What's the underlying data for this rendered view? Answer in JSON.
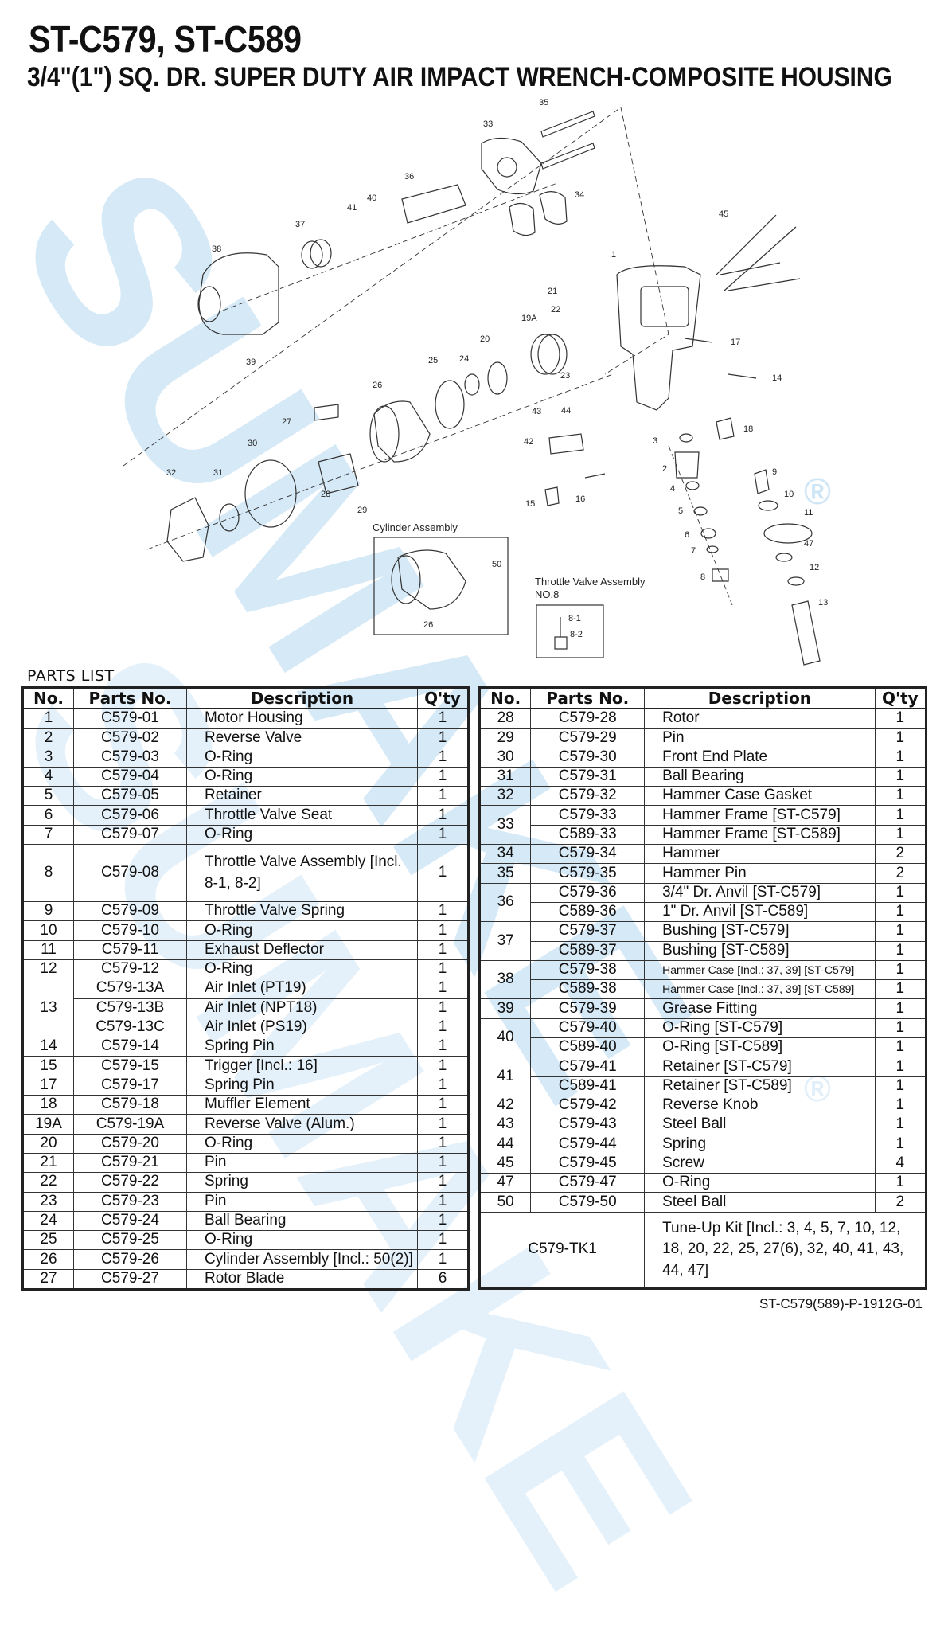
{
  "header": {
    "title": "ST-C579, ST-C589",
    "subtitle": "3/4\"(1\") SQ. DR. SUPER DUTY AIR IMPACT WRENCH-COMPOSITE HOUSING"
  },
  "watermark": {
    "brand": "SUMAKE",
    "registered": "®",
    "color": "#cfe6f6"
  },
  "diagram": {
    "callouts": [
      "1",
      "2",
      "3",
      "4",
      "5",
      "6",
      "7",
      "8",
      "9",
      "10",
      "11",
      "12",
      "13",
      "14",
      "15",
      "16",
      "17",
      "18",
      "19A",
      "20",
      "21",
      "22",
      "23",
      "24",
      "25",
      "26",
      "27",
      "28",
      "29",
      "30",
      "31",
      "32",
      "33",
      "34",
      "35",
      "36",
      "37",
      "38",
      "39",
      "40",
      "41",
      "42",
      "43",
      "44",
      "45",
      "47"
    ],
    "cylinder_assembly": {
      "label": "Cylinder Assembly",
      "callouts": [
        "50",
        "26"
      ]
    },
    "throttle_valve_assembly": {
      "label": "Throttle Valve Assembly",
      "sublabel": "NO.8",
      "callouts": [
        "8-1",
        "8-2"
      ]
    }
  },
  "parts_list": {
    "heading": "PARTS LIST",
    "columns": [
      "No.",
      "Parts No.",
      "Description",
      "Q'ty"
    ],
    "left_rows": [
      {
        "no": "1",
        "part": "C579-01",
        "desc": "Motor Housing",
        "qty": "1"
      },
      {
        "no": "2",
        "part": "C579-02",
        "desc": "Reverse Valve",
        "qty": "1"
      },
      {
        "no": "3",
        "part": "C579-03",
        "desc": "O-Ring",
        "qty": "1"
      },
      {
        "no": "4",
        "part": "C579-04",
        "desc": "O-Ring",
        "qty": "1"
      },
      {
        "no": "5",
        "part": "C579-05",
        "desc": "Retainer",
        "qty": "1"
      },
      {
        "no": "6",
        "part": "C579-06",
        "desc": "Throttle Valve Seat",
        "qty": "1"
      },
      {
        "no": "7",
        "part": "C579-07",
        "desc": "O-Ring",
        "qty": "1"
      },
      {
        "no": "8",
        "part": "C579-08",
        "desc": "Throttle Valve Assembly [Incl. 8-1, 8-2]",
        "qty": "1"
      },
      {
        "no": "9",
        "part": "C579-09",
        "desc": "Throttle Valve Spring",
        "qty": "1"
      },
      {
        "no": "10",
        "part": "C579-10",
        "desc": "O-Ring",
        "qty": "1"
      },
      {
        "no": "11",
        "part": "C579-11",
        "desc": "Exhaust Deflector",
        "qty": "1"
      },
      {
        "no": "12",
        "part": "C579-12",
        "desc": "O-Ring",
        "qty": "1"
      },
      {
        "no": "13",
        "part": "C579-13A",
        "desc": "Air Inlet (PT19)",
        "qty": "1"
      },
      {
        "no": "",
        "part": "C579-13B",
        "desc": "Air Inlet (NPT18)",
        "qty": "1"
      },
      {
        "no": "",
        "part": "C579-13C",
        "desc": "Air Inlet (PS19)",
        "qty": "1"
      },
      {
        "no": "14",
        "part": "C579-14",
        "desc": "Spring Pin",
        "qty": "1"
      },
      {
        "no": "15",
        "part": "C579-15",
        "desc": "Trigger [Incl.: 16]",
        "qty": "1"
      },
      {
        "no": "17",
        "part": "C579-17",
        "desc": "Spring Pin",
        "qty": "1"
      },
      {
        "no": "18",
        "part": "C579-18",
        "desc": "Muffler Element",
        "qty": "1"
      },
      {
        "no": "19A",
        "part": "C579-19A",
        "desc": "Reverse Valve (Alum.)",
        "qty": "1"
      },
      {
        "no": "20",
        "part": "C579-20",
        "desc": "O-Ring",
        "qty": "1"
      },
      {
        "no": "21",
        "part": "C579-21",
        "desc": "Pin",
        "qty": "1"
      },
      {
        "no": "22",
        "part": "C579-22",
        "desc": "Spring",
        "qty": "1"
      },
      {
        "no": "23",
        "part": "C579-23",
        "desc": "Pin",
        "qty": "1"
      },
      {
        "no": "24",
        "part": "C579-24",
        "desc": "Ball Bearing",
        "qty": "1"
      },
      {
        "no": "25",
        "part": "C579-25",
        "desc": "O-Ring",
        "qty": "1"
      },
      {
        "no": "26",
        "part": "C579-26",
        "desc": "Cylinder Assembly [Incl.: 50(2)]",
        "qty": "1"
      },
      {
        "no": "27",
        "part": "C579-27",
        "desc": "Rotor Blade",
        "qty": "6"
      }
    ],
    "right_rows": [
      {
        "no": "28",
        "part": "C579-28",
        "desc": "Rotor",
        "qty": "1"
      },
      {
        "no": "29",
        "part": "C579-29",
        "desc": "Pin",
        "qty": "1"
      },
      {
        "no": "30",
        "part": "C579-30",
        "desc": "Front End Plate",
        "qty": "1"
      },
      {
        "no": "31",
        "part": "C579-31",
        "desc": "Ball Bearing",
        "qty": "1"
      },
      {
        "no": "32",
        "part": "C579-32",
        "desc": "Hammer Case Gasket",
        "qty": "1"
      },
      {
        "no": "33",
        "part": "C579-33",
        "desc": "Hammer Frame [ST-C579]",
        "qty": "1"
      },
      {
        "no": "",
        "part": "C589-33",
        "desc": "Hammer Frame [ST-C589]",
        "qty": "1"
      },
      {
        "no": "34",
        "part": "C579-34",
        "desc": "Hammer",
        "qty": "2"
      },
      {
        "no": "35",
        "part": "C579-35",
        "desc": "Hammer Pin",
        "qty": "2"
      },
      {
        "no": "36",
        "part": "C579-36",
        "desc": "3/4\" Dr. Anvil [ST-C579]",
        "qty": "1"
      },
      {
        "no": "",
        "part": "C589-36",
        "desc": "1\" Dr. Anvil [ST-C589]",
        "qty": "1"
      },
      {
        "no": "37",
        "part": "C579-37",
        "desc": "Bushing [ST-C579]",
        "qty": "1"
      },
      {
        "no": "",
        "part": "C589-37",
        "desc": "Bushing [ST-C589]",
        "qty": "1"
      },
      {
        "no": "38",
        "part": "C579-38",
        "desc": "Hammer Case [Incl.: 37, 39] [ST-C579]",
        "qty": "1"
      },
      {
        "no": "",
        "part": "C589-38",
        "desc": "Hammer Case [Incl.: 37, 39] [ST-C589]",
        "qty": "1"
      },
      {
        "no": "39",
        "part": "C579-39",
        "desc": "Grease Fitting",
        "qty": "1"
      },
      {
        "no": "40",
        "part": "C579-40",
        "desc": "O-Ring [ST-C579]",
        "qty": "1"
      },
      {
        "no": "",
        "part": "C589-40",
        "desc": "O-Ring [ST-C589]",
        "qty": "1"
      },
      {
        "no": "41",
        "part": "C579-41",
        "desc": "Retainer [ST-C579]",
        "qty": "1"
      },
      {
        "no": "",
        "part": "C589-41",
        "desc": "Retainer [ST-C589]",
        "qty": "1"
      },
      {
        "no": "42",
        "part": "C579-42",
        "desc": "Reverse Knob",
        "qty": "1"
      },
      {
        "no": "43",
        "part": "C579-43",
        "desc": "Steel Ball",
        "qty": "1"
      },
      {
        "no": "44",
        "part": "C579-44",
        "desc": "Spring",
        "qty": "1"
      },
      {
        "no": "45",
        "part": "C579-45",
        "desc": "Screw",
        "qty": "4"
      },
      {
        "no": "47",
        "part": "C579-47",
        "desc": "O-Ring",
        "qty": "1"
      },
      {
        "no": "50",
        "part": "C579-50",
        "desc": "Steel Ball",
        "qty": "2"
      }
    ],
    "tune_up_kit": {
      "part": "C579-TK1",
      "desc": "Tune-Up Kit [Incl.: 3, 4, 5, 7, 10, 12, 18, 20, 22, 25, 27(6), 32, 40, 41, 43, 44, 47]"
    }
  },
  "footer": {
    "code": "ST-C579(589)-P-1912G-01"
  }
}
